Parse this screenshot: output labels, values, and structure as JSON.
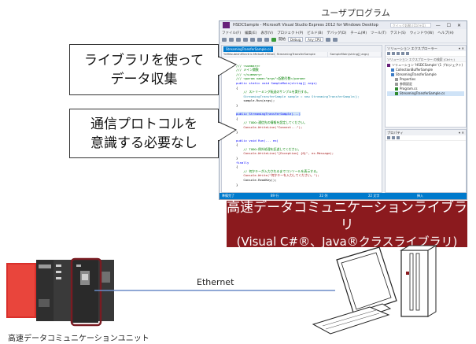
{
  "top_title": "ユーザプログラム",
  "callouts": {
    "first": [
      "ライブラリを使って",
      "データ収集"
    ],
    "second": [
      "通信プロトコルを",
      "意識する必要なし"
    ]
  },
  "banner": {
    "line1": "高速データコミュニケーションライブラリ",
    "line2": "(Visual C#®、Java®クラスライブラリ)"
  },
  "network": {
    "label": "Ethernet"
  },
  "unit_caption": "高速データコミュニケーションユニット",
  "ide": {
    "window_title": "HSDCSample - Microsoft Visual Studio Express 2012 for Windows Desktop",
    "quick_launch": "クイック起動 (Ctrl+Q)",
    "menu": [
      "ファイル(F)",
      "編集(E)",
      "表示(V)",
      "プロジェクト(P)",
      "ビルド(B)",
      "デバッグ(D)",
      "チーム(M)",
      "ツール(T)",
      "テスト(S)",
      "ウィンドウ(W)",
      "ヘルプ(H)"
    ],
    "toolbar": {
      "start": "開始",
      "config": "Debug",
      "platform": "Any CPU"
    },
    "editor_tab": "StreamingTransferSample.cs",
    "nav": [
      "%MitsubishiElectric.Melsoft.HSDataComm",
      "StreamingTransferSample",
      "SampleMain(string[] args)"
    ],
    "code_lines": [
      "/// <summary>",
      "/// メイン関数",
      "/// </summary>",
      "/// <param name=\"args\">起動引数</param>",
      "public static void SampleMain(string[] args)",
      "{",
      "    // ストリーミング転送のサンプルを実行する。",
      "    StreamingTransferSample sample = new StreamingTransferSample();",
      "    sample.Run(args);",
      "}",
      "",
      "public StreamingTransferSample(...)",
      "{",
      "    // TODO:通信先の情報を設定してください。",
      "    Console.WriteLine(\"Connect...\");",
      "}",
      "",
      "public void Run(... ex)",
      "{",
      "    // TODO:例外処理を記述してください。",
      "    Console.WriteLine(\"[Exception] {0}\", ex.Message);",
      "}",
      "finally",
      "{",
      "    // 何かキーが入力されるまでコンソールを表示する。",
      "    Console.Write(\"何かキーを入力してください。\");",
      "    Console.ReadKey();",
      "}"
    ],
    "solution_title": "ソリューション エクスプローラー",
    "solution_search": "ソリューション エクスプローラー の検索 (Ctrl+;)",
    "solution_tree": [
      "ソリューション 'HSDCSample' (1 プロジェクト)",
      "CollectionBufferSample",
      "StreamingTransferSample",
      "Properties",
      "参照設定",
      "Program.cs",
      "StreamingTransferSample.cs"
    ],
    "properties_title": "プロパティ",
    "status": [
      "準備完了",
      "89 行",
      "22 列",
      "22 文字",
      "挿入"
    ]
  },
  "colors": {
    "banner": "#8b1a1e",
    "highlight_frame": "#7a1b22",
    "network_line": "#6b8cc7",
    "plc_red": "#d9302b"
  }
}
